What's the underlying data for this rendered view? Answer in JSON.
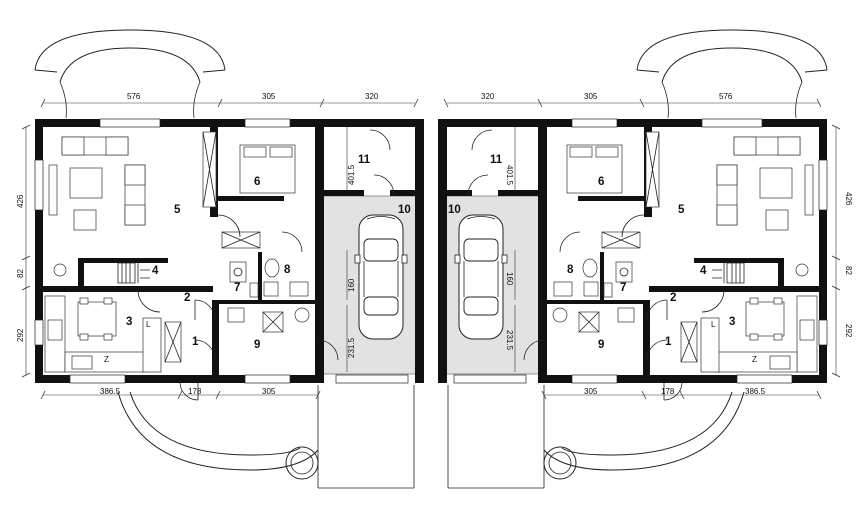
{
  "plan": {
    "rooms_left": [
      {
        "id": "r1",
        "label": "1"
      },
      {
        "id": "r2",
        "label": "2"
      },
      {
        "id": "r3",
        "label": "3"
      },
      {
        "id": "r4",
        "label": "4"
      },
      {
        "id": "r5",
        "label": "5"
      },
      {
        "id": "r6",
        "label": "6"
      },
      {
        "id": "r7",
        "label": "7"
      },
      {
        "id": "r8",
        "label": "8"
      },
      {
        "id": "r9",
        "label": "9"
      },
      {
        "id": "r10",
        "label": "10"
      },
      {
        "id": "r11",
        "label": "11"
      }
    ],
    "rooms_right": [
      {
        "id": "r1",
        "label": "1"
      },
      {
        "id": "r2",
        "label": "2"
      },
      {
        "id": "r3",
        "label": "3"
      },
      {
        "id": "r4",
        "label": "4"
      },
      {
        "id": "r5",
        "label": "5"
      },
      {
        "id": "r6",
        "label": "6"
      },
      {
        "id": "r7",
        "label": "7"
      },
      {
        "id": "r8",
        "label": "8"
      },
      {
        "id": "r9",
        "label": "9"
      },
      {
        "id": "r10",
        "label": "10"
      },
      {
        "id": "r11",
        "label": "11"
      }
    ],
    "dimensions": {
      "top_576": "576",
      "top_305": "305",
      "top_320": "320",
      "bottom_386_5": "386.5",
      "bottom_178": "178",
      "bottom_305": "305",
      "side_426": "426",
      "side_82": "82",
      "side_292": "292",
      "garage_401_5": "401.5",
      "garage_160": "160",
      "garage_231_5": "231.5"
    },
    "symbols": {
      "kitchen_l": "L",
      "kitchen_z": "Z"
    }
  }
}
